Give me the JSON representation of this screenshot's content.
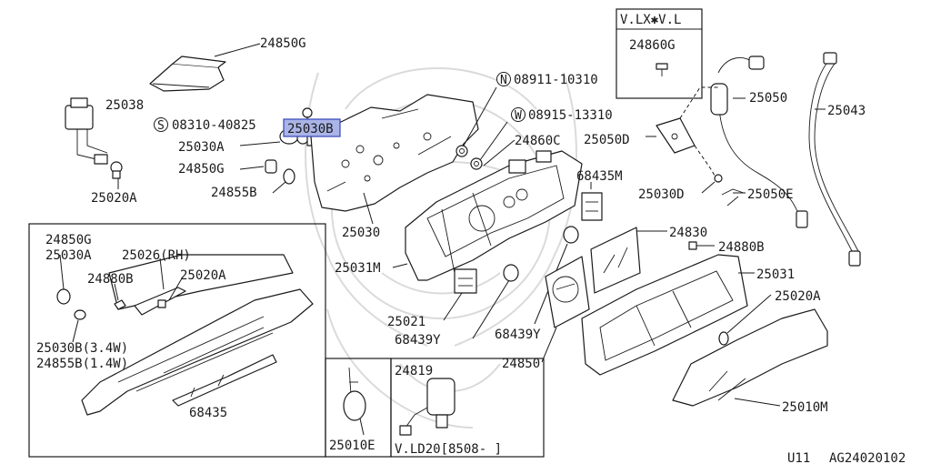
{
  "diagram": {
    "footer_left": "U11",
    "footer_right": "AG24020102",
    "selected_part": "25030B",
    "variant_box": {
      "title": "V.LX✱V.L",
      "part": "24860G"
    },
    "inset_box": {
      "note": "V.LD20[8508-  ]",
      "part": "24819"
    },
    "labels": {
      "p24850G_top": "24850G",
      "p25038": "25038",
      "s08310": "08310-40825",
      "p25030B": "25030B",
      "p25030A": "25030A",
      "p24850G_mid": "24850G",
      "p24855B": "24855B",
      "p25020A_left": "25020A",
      "n08911": "08911-10310",
      "w08915": "08915-13310",
      "p24860C": "24860C",
      "p25050": "25050",
      "p25043": "25043",
      "p25050D": "25050D",
      "p68435M": "68435M",
      "p25030D": "25030D",
      "p25050E": "25050E",
      "p25030": "25030",
      "p24830": "24830",
      "p24880B_right": "24880B",
      "p25031M": "25031M",
      "p25031": "25031",
      "p25020A_right": "25020A",
      "p25021": "25021",
      "p68439Y_left": "68439Y",
      "p68439Y_right": "68439Y",
      "p24850": "24850",
      "p25010M": "25010M",
      "in_24850G": "24850G",
      "in_25030A": "25030A",
      "in_25026RH": "25026(RH)",
      "in_24880B": "24880B",
      "in_25020A": "25020A",
      "in_25030B": "25030B(3.4W)",
      "in_24855B": "24855B(1.4W)",
      "in_68435": "68435",
      "p25010E": "25010E"
    },
    "markers": {
      "s": "S",
      "n": "N",
      "w": "W"
    }
  }
}
